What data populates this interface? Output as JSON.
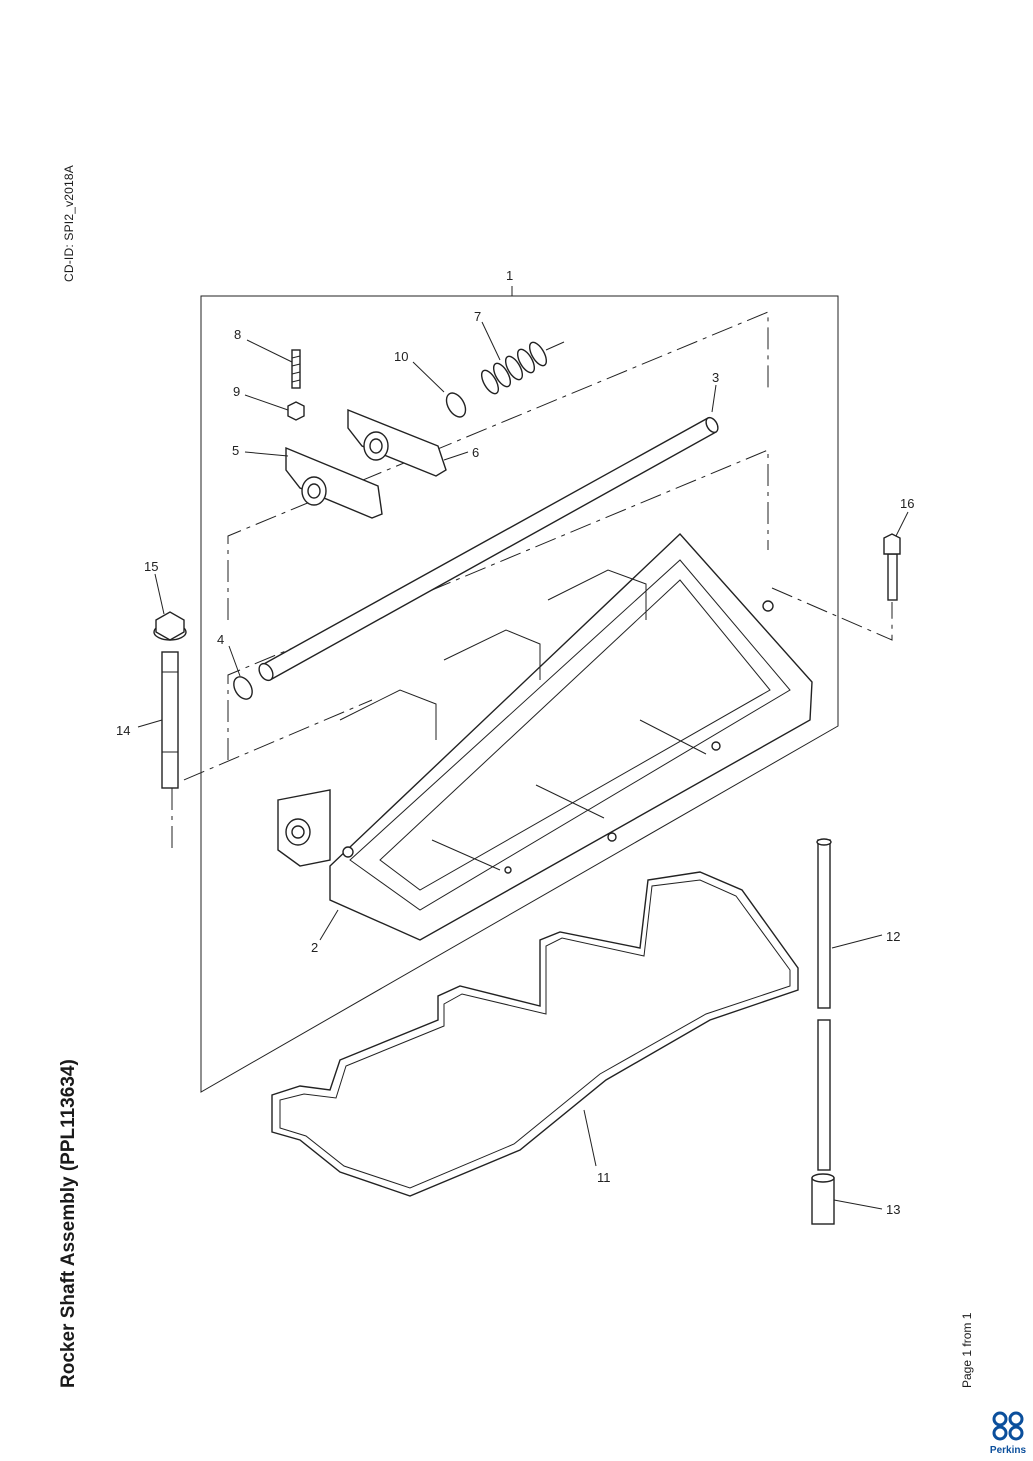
{
  "document": {
    "cd_id": "CD-ID: SPI2_v2018A",
    "title": "Rocker Shaft Assembly (PPL113634)",
    "page_indicator": "Page 1 from 1",
    "brand": "Perkins",
    "brand_color": "#0b4f9c"
  },
  "callouts": [
    "1",
    "2",
    "3",
    "4",
    "5",
    "6",
    "7",
    "8",
    "9",
    "10",
    "11",
    "12",
    "13",
    "14",
    "15",
    "16"
  ]
}
